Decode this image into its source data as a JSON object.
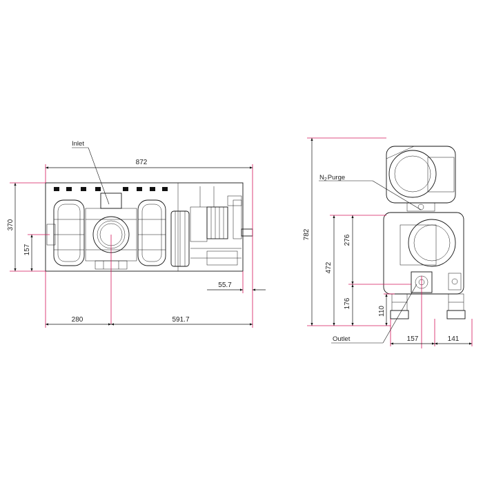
{
  "callouts": {
    "inlet": "Inlet",
    "n2_purge_prefix": "N",
    "n2_purge_sub": "2",
    "n2_purge_suffix": "Purge",
    "outlet": "Outlet"
  },
  "dimensions": {
    "overall_length": "872",
    "overall_height_front": "370",
    "inlet_center_height": "157",
    "exhaust_protrusion": "55.7",
    "inlet_offset_left": "280",
    "inlet_offset_right": "591.7",
    "overall_height_side": "782",
    "purge_height": "472",
    "inlet_to_purge": "276",
    "outlet_height": "176",
    "foot_height": "110",
    "outlet_offset": "157",
    "foot_offset": "141"
  }
}
